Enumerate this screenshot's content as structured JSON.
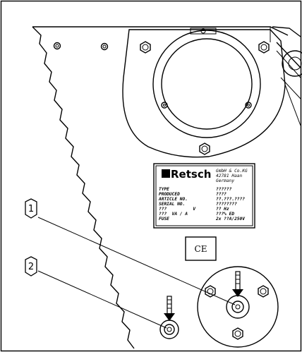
{
  "nameplate": {
    "brand": "Retsch",
    "address": [
      "GmbH & Co.KG",
      "42781 Haan",
      "Germany"
    ],
    "rows": [
      {
        "label": "TYPE",
        "value": "??????"
      },
      {
        "label": "PRODUCED",
        "value": "????"
      },
      {
        "label": "ARTICLE NO.",
        "value": "??.???.????"
      },
      {
        "label": "SERIAL  NO.",
        "value": "????????"
      },
      {
        "label": "???          V",
        "value": "?? Hz"
      },
      {
        "label": "???  VA / A",
        "value": "???% ED"
      },
      {
        "label": "FUSE",
        "value": "2x ??A/250V"
      }
    ]
  },
  "ce_mark": "CE",
  "callouts": [
    {
      "number": "1"
    },
    {
      "number": "2"
    }
  ]
}
